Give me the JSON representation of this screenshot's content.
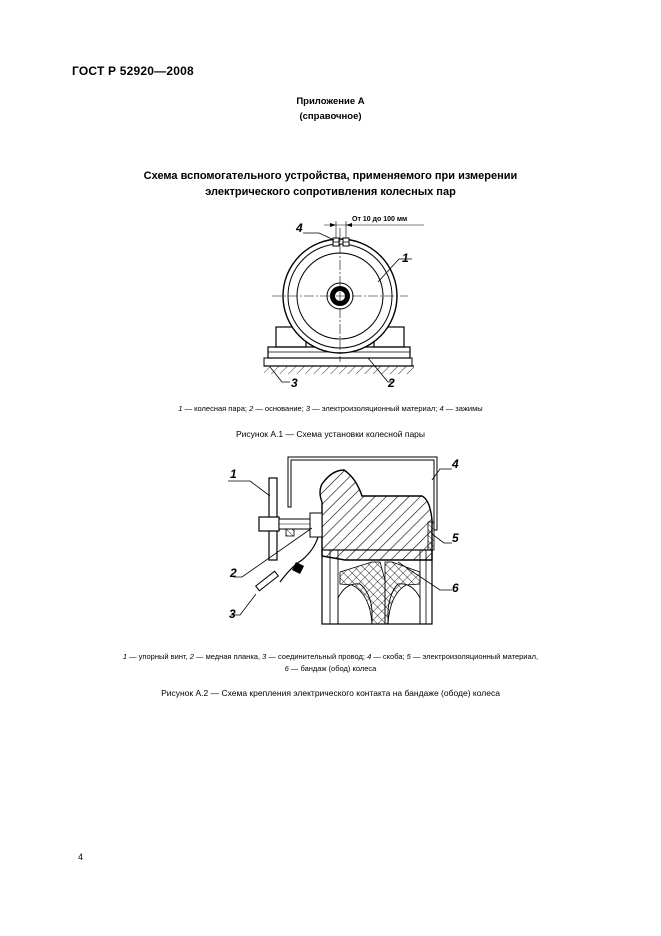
{
  "header": {
    "standard": "ГОСТ  Р 52920—2008"
  },
  "appendix": {
    "label": "Приложение А",
    "type": "(справочное)"
  },
  "title": {
    "line1": "Схема вспомогательного устройства, применяемого при измерении",
    "line2": "электрического сопротивления колесных пар"
  },
  "figure1": {
    "dimension_label": "От 10 до 100 мм",
    "labels": {
      "l1": "1",
      "l2": "2",
      "l3": "3",
      "l4": "4"
    },
    "legend": [
      {
        "num": "1",
        "text": " — колесная пара; "
      },
      {
        "num": "2",
        "text": " — основание; "
      },
      {
        "num": "3",
        "text": " — электроизоляционный материал; "
      },
      {
        "num": "4",
        "text": " — зажимы"
      }
    ],
    "caption": "Рисунок А.1 — Схема установки колесной пары"
  },
  "figure2": {
    "labels": {
      "l1": "1",
      "l2": "2",
      "l3": "3",
      "l4": "4",
      "l5": "5",
      "l6": "6"
    },
    "legend_line1": [
      {
        "num": "1",
        "text": " — упорный винт, "
      },
      {
        "num": "2",
        "text": " — медная планка, "
      },
      {
        "num": "3",
        "text": " — соединительный провод; "
      },
      {
        "num": "4",
        "text": " — скоба; "
      },
      {
        "num": "5",
        "text": " — электроизоляционный материал,"
      }
    ],
    "legend_line2": [
      {
        "num": "6",
        "text": " — бандаж (обод) колеса"
      }
    ],
    "caption": "Рисунок А.2 — Схема крепления электрического контакта на бандаже (ободе) колеса"
  },
  "page_number": "4"
}
